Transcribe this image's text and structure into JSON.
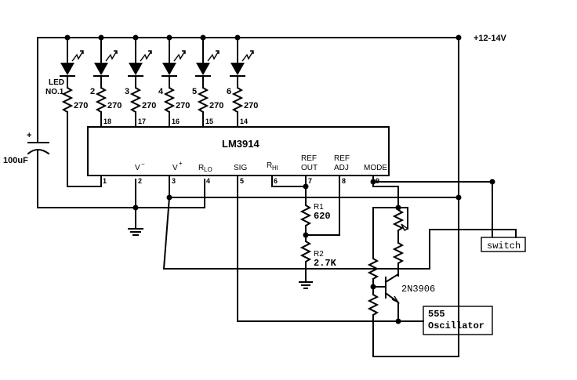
{
  "supply": {
    "label": "+12-14V"
  },
  "capacitor": {
    "value": "100uF",
    "polarity": "+"
  },
  "leds": [
    {
      "label_line1": "LED",
      "label_line2": "NO.1",
      "resistor": "270",
      "pin": "1"
    },
    {
      "label_line1": "2",
      "label_line2": "",
      "resistor": "270",
      "pin": "18"
    },
    {
      "label_line1": "3",
      "label_line2": "",
      "resistor": "270",
      "pin": "17"
    },
    {
      "label_line1": "4",
      "label_line2": "",
      "resistor": "270",
      "pin": "16"
    },
    {
      "label_line1": "5",
      "label_line2": "",
      "resistor": "270",
      "pin": "15"
    },
    {
      "label_line1": "6",
      "label_line2": "",
      "resistor": "270",
      "pin": "14"
    }
  ],
  "ic": {
    "name": "LM3914",
    "pins_top": [
      "18",
      "17",
      "16",
      "15",
      "14"
    ],
    "pin_labels": {
      "v_minus": "V",
      "v_minus_sup": "−",
      "v_plus": "V",
      "v_plus_sup": "+",
      "r_lo": "R",
      "r_lo_sub": "LO",
      "sig": "SIG",
      "r_hi": "R",
      "r_hi_sub": "HI",
      "ref_out_1": "REF",
      "ref_out_2": "OUT",
      "ref_adj_1": "REF",
      "ref_adj_2": "ADJ",
      "mode": "MODE"
    },
    "pins_bottom": [
      "1",
      "2",
      "3",
      "4",
      "5",
      "6",
      "7",
      "8",
      "9"
    ]
  },
  "resistors": {
    "r1_name": "R1",
    "r1_value": "620",
    "r2_name": "R2",
    "r2_value": "2.7K"
  },
  "transistor": {
    "part": "2N3906"
  },
  "switch": {
    "label": "switch"
  },
  "oscillator": {
    "line1": "555",
    "line2": "Oscillator"
  }
}
